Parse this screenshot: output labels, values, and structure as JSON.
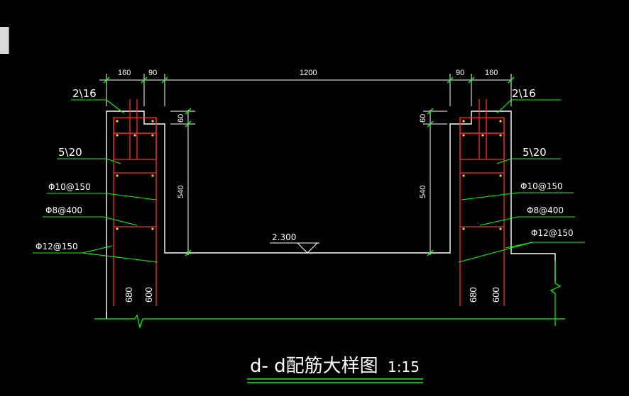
{
  "drawing": {
    "title": "d- d配筋大样图",
    "scale": "1:15",
    "elevation": "2.300",
    "dimensions": {
      "top_left_width": "160",
      "top_left_gap": "90",
      "top_middle": "1200",
      "top_right_gap": "90",
      "top_right_width": "160",
      "left_v_top": "60",
      "left_v_main": "540",
      "right_v_top": "60",
      "right_v_main": "540",
      "bottom_left_1": "680",
      "bottom_left_2": "600",
      "bottom_right_1": "680",
      "bottom_right_2": "600"
    },
    "rebar_labels": {
      "left_top": "2\\16",
      "left_main": "5\\20",
      "left_stirrup_10": "Φ10@150",
      "left_stirrup_8": "Φ8@400",
      "left_stirrup_12": "Φ12@150",
      "right_top": "2\\16",
      "right_main": "5\\20",
      "right_stirrup_10": "Φ10@150",
      "right_stirrup_8": "Φ8@400",
      "right_stirrup_12": "Φ12@150"
    },
    "colors": {
      "background": "#000000",
      "outline": "#ffffff",
      "rebar": "#ff2a2a",
      "leader": "#00ff00",
      "dimension": "#ffffff",
      "title_underline": "#00ff00"
    }
  }
}
